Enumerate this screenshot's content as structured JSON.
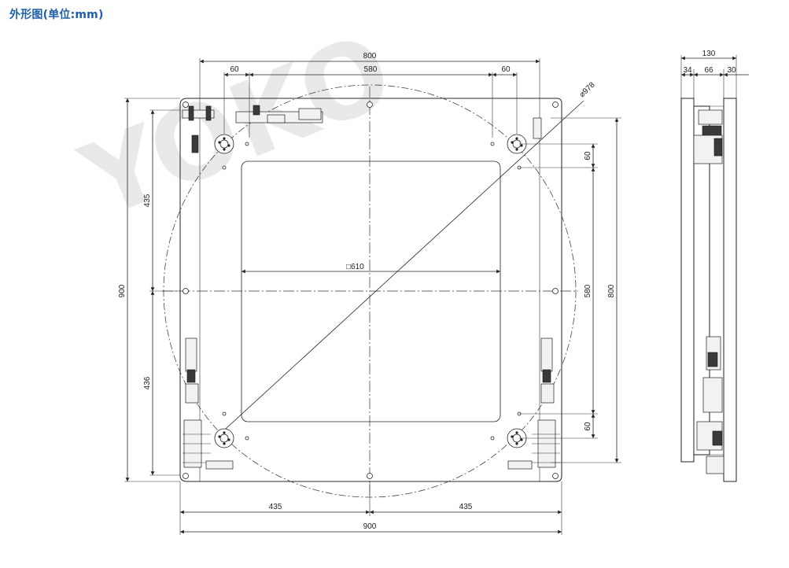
{
  "title": "外形图(单位:mm)",
  "watermark": "YOKO",
  "front_view": {
    "top_overall": "800",
    "top_left_offset": "60",
    "top_span": "580",
    "top_right_offset": "60",
    "diagonal": "⌀978",
    "left_upper": "435",
    "left_lower": "436",
    "left_overall": "900",
    "right_top_offset": "60",
    "right_span": "580",
    "right_overall": "800",
    "right_bottom_offset": "60",
    "window": "□610",
    "bottom_left": "435",
    "bottom_right": "435",
    "bottom_overall": "900"
  },
  "side_view": {
    "overall": "130",
    "part_a": "34",
    "part_b": "66",
    "part_c": "30"
  }
}
